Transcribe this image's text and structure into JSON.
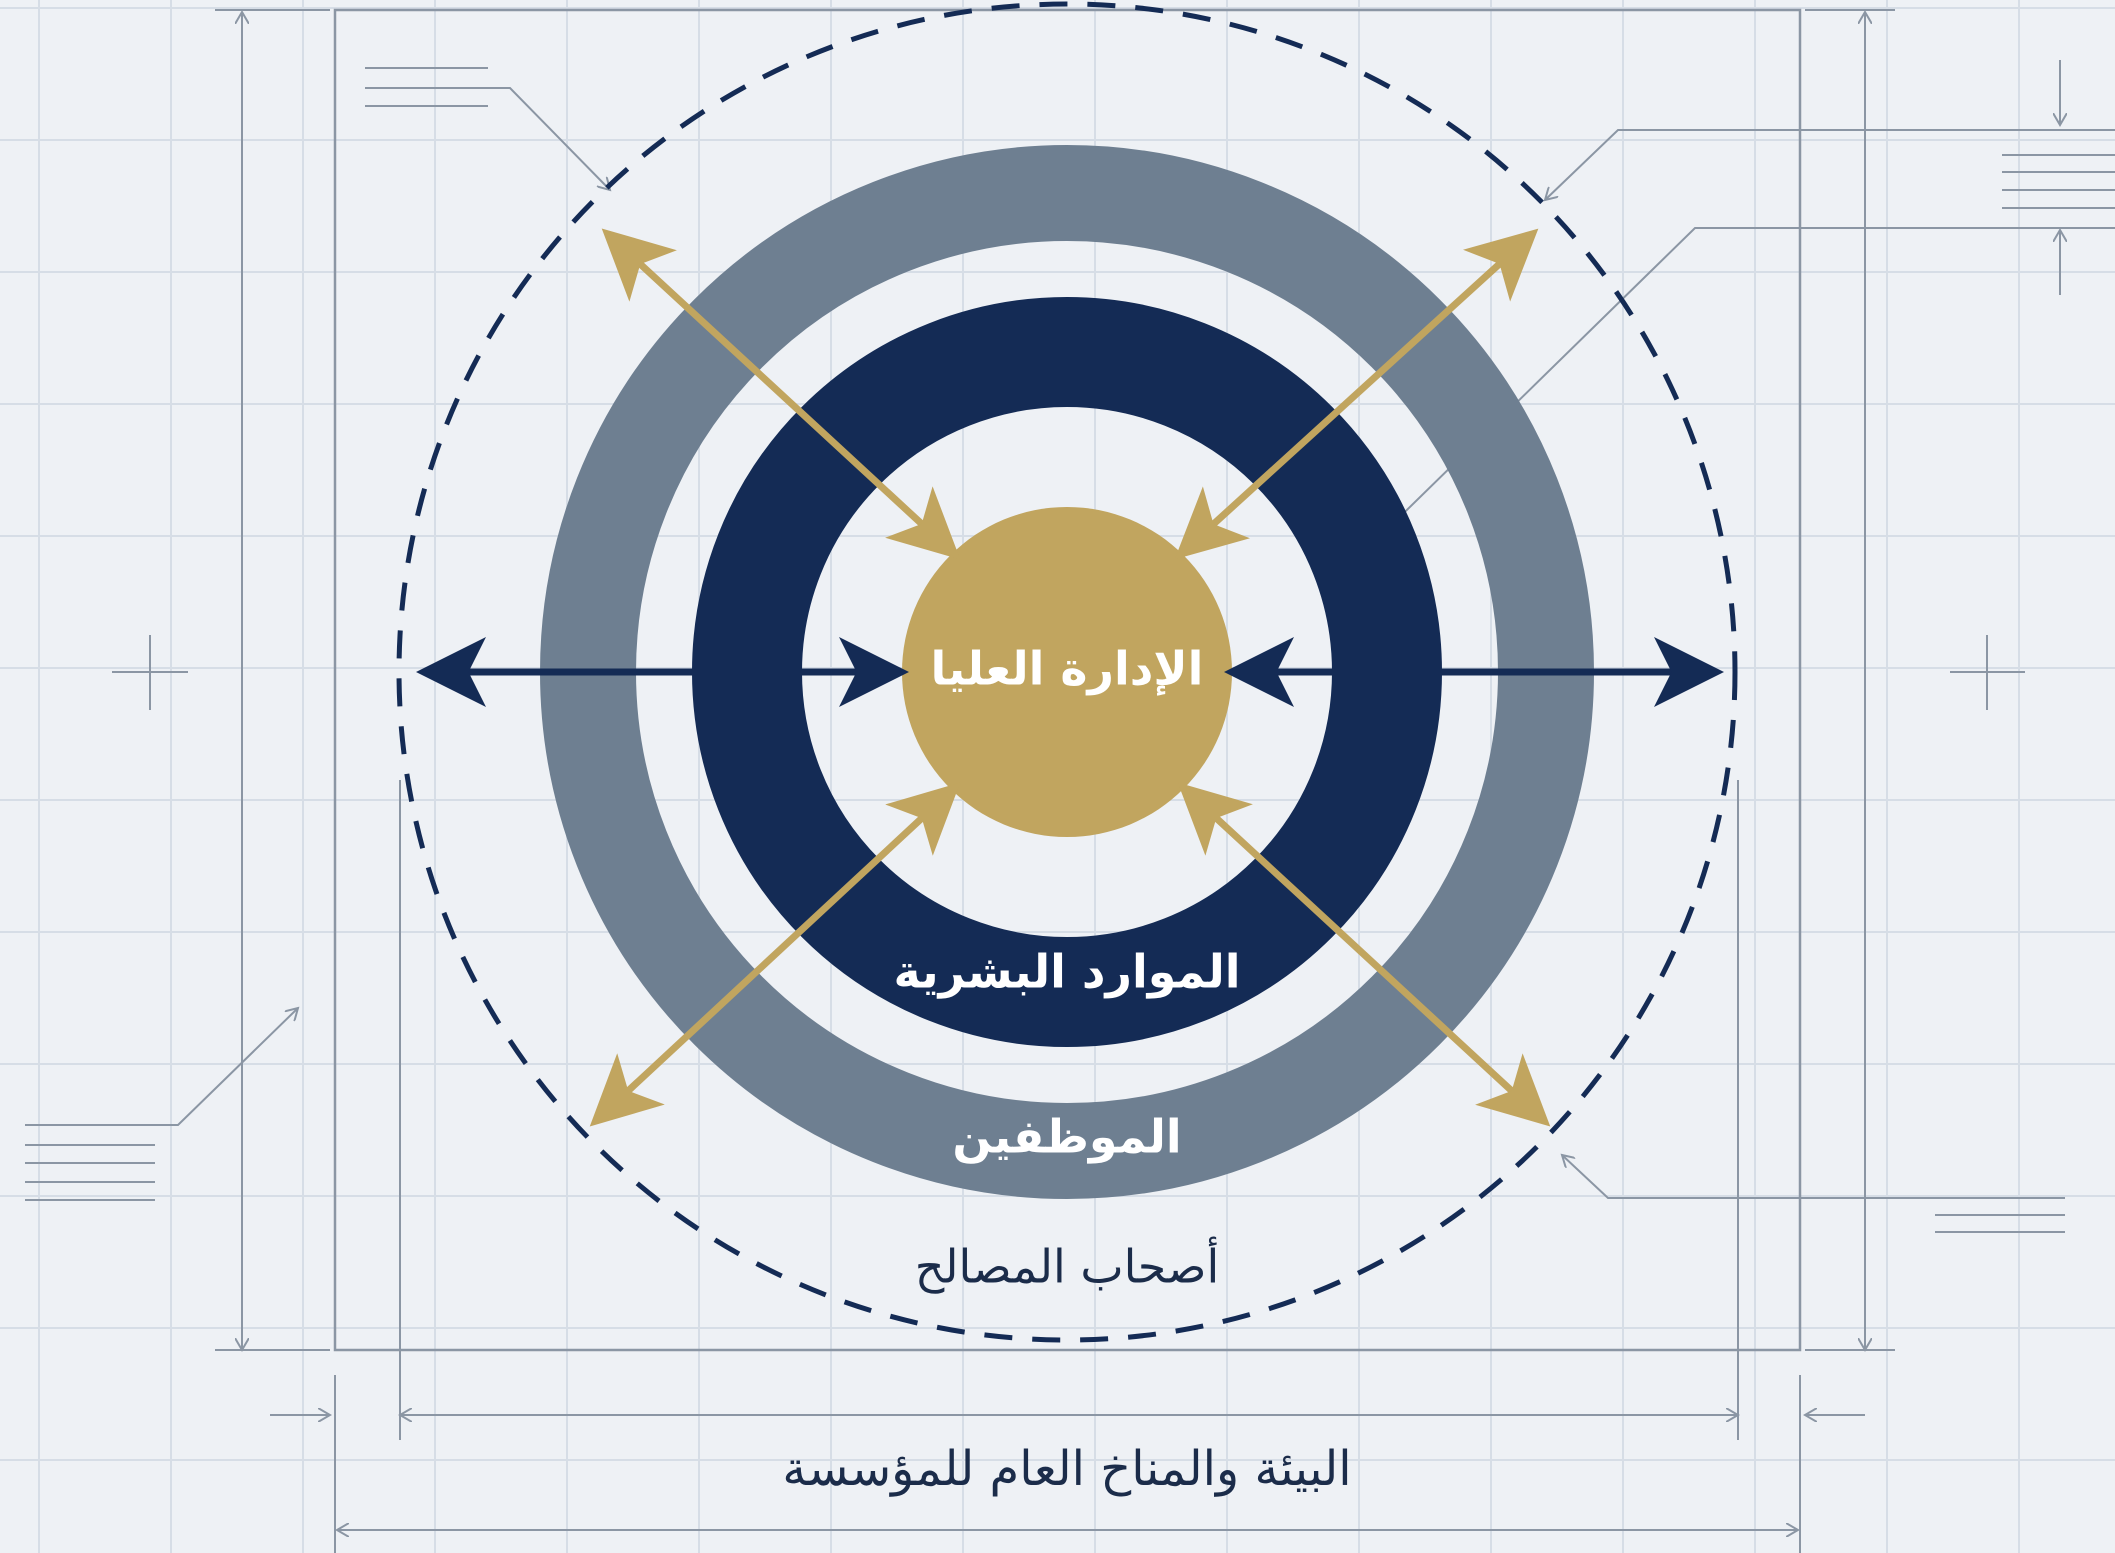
{
  "diagram": {
    "center_label": "الإدارة العليا",
    "inner_ring_label": "الموارد البشرية",
    "outer_ring_label": "الموظفين",
    "dashed_circle_label": "أصحاب المصالح",
    "bottom_caption": "البيئة والمناخ العام للمؤسسة"
  },
  "colors": {
    "background": "#eef1f5",
    "grid": "#d6dde6",
    "gold": "#c1a55f",
    "navy": "#142b55",
    "slate": "#6e7f91",
    "line": "#8b96a4",
    "white_text": "#ffffff",
    "dark_text": "#1b2c4a"
  }
}
